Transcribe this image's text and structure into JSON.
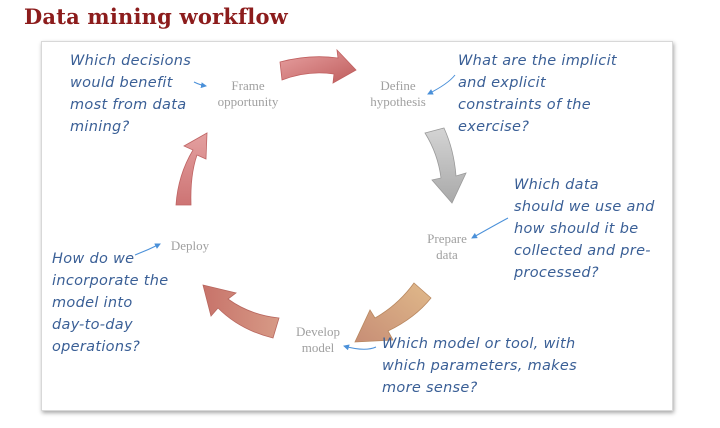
{
  "title": "Data mining workflow",
  "stages": [
    {
      "id": "frame",
      "label": "Frame\nopportunity"
    },
    {
      "id": "define",
      "label": "Define\nhypothesis"
    },
    {
      "id": "prepare",
      "label": "Prepare\ndata"
    },
    {
      "id": "develop",
      "label": "Develop\nmodel"
    },
    {
      "id": "deploy",
      "label": "Deploy"
    }
  ],
  "notes": {
    "frame": "Which decisions\nwould benefit\nmost from data\nmining?",
    "define": "What are the implicit\nand explicit\nconstraints of the\nexercise?",
    "prepare": "Which data\nshould we use and\nhow should it be\ncollected and pre-\nprocessed?",
    "develop": "Which model or tool, with\nwhich parameters, makes\nmore sense?",
    "deploy": "How do we\nincorporate the\nmodel into\nday-to-day\noperations?"
  },
  "colors": {
    "title": "#8c1c1c",
    "arrow_red": "#c96a6a",
    "arrow_gray": "#bdbdbd",
    "arrow_tan": "#c9a87a",
    "note_text": "#3a5f96",
    "stage_text": "#a0a0a0"
  }
}
